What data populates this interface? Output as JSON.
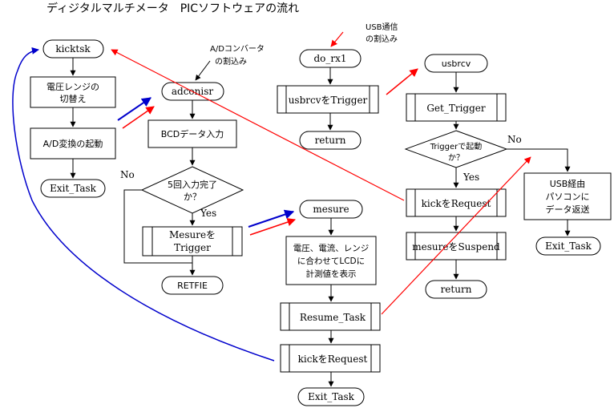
{
  "title": "ディジタルマルチメータ　PICソフトウェアの流れ",
  "annotations": {
    "ad_interrupt_1": "A/Dコンバータ",
    "ad_interrupt_2": "の割込み",
    "usb_interrupt_1": "USB通信",
    "usb_interrupt_2": "の割込み"
  },
  "kicktsk": {
    "start": "kicktsk",
    "range_switch_1": "電圧レンジの",
    "range_switch_2": "切替え",
    "ad_start": "A/D変換の起動",
    "exit": "Exit_Task"
  },
  "adconisr": {
    "start": "adconisr",
    "bcd_input": "BCDデータ入力",
    "decision_1": "5回入力完了",
    "decision_2": "か？",
    "no_label": "No",
    "yes_label": "Yes",
    "trigger_1": "Mesureを",
    "trigger_2": "Trigger",
    "end": "RETFIE"
  },
  "do_rx1": {
    "start": "do_rx1",
    "trigger": "usbrcvをTrigger",
    "end": "return"
  },
  "mesure": {
    "start": "mesure",
    "display_1": "電圧、電流、レンジ",
    "display_2": "に合わせてLCDに",
    "display_3": "計測値を表示",
    "resume": "Resume_Task",
    "kick": "kickをRequest",
    "exit": "Exit_Task"
  },
  "usbrcv": {
    "start": "usbrcv",
    "get_trigger": "Get_Trigger",
    "decision_1": "Triggerで起動",
    "decision_2": "か？",
    "no_label": "No",
    "yes_label": "Yes",
    "kick": "kickをRequest",
    "suspend": "mesureをSuspend",
    "end": "return",
    "usb_reply_1": "USB経由",
    "usb_reply_2": "パソコンに",
    "usb_reply_3": "データ返送",
    "exit": "Exit_Task"
  }
}
